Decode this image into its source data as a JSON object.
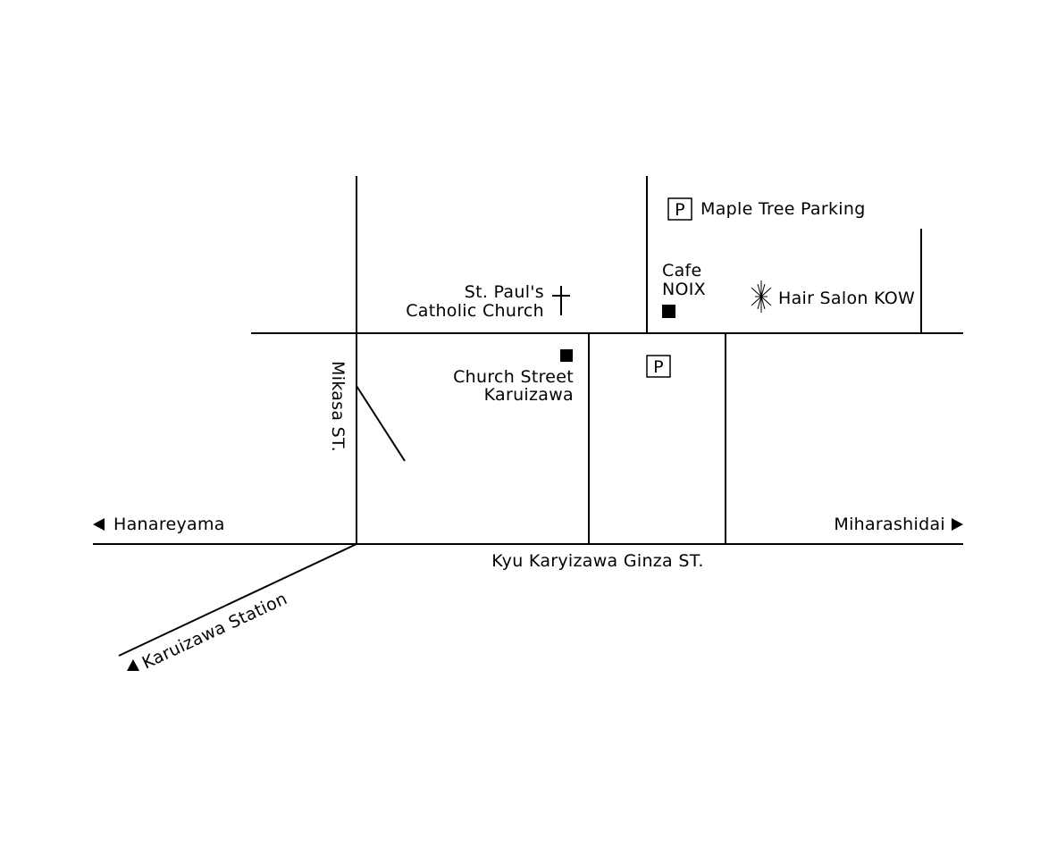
{
  "labels": {
    "maple_tree_parking": "Maple Tree Parking",
    "cafe_line1": "Cafe",
    "cafe_line2": "NOIX",
    "hair_salon": "Hair Salon KOW",
    "church_line1": "St. Paul's",
    "church_line2": "Catholic Church",
    "church_street_line1": "Church Street",
    "church_street_line2": "Karuizawa",
    "mikasa_st": "Mikasa ST.",
    "hanareyama": "Hanareyama",
    "miharashidai": "Miharashidai",
    "ginza_st": "Kyu Karyizawa Ginza ST.",
    "karuizawa_station": "Karuizawa Station",
    "parking_symbol": "P"
  },
  "icons": {
    "church": "cross-icon",
    "cafe": "square-marker-icon",
    "church_street": "square-marker-icon",
    "hair_salon": "star-burst-icon",
    "parking": "parking-icon",
    "arrow_left": "arrow-left-icon",
    "arrow_right": "arrow-right-icon",
    "arrow_station": "arrow-up-icon"
  },
  "colors": {
    "ink": "#000000",
    "background": "#ffffff"
  }
}
